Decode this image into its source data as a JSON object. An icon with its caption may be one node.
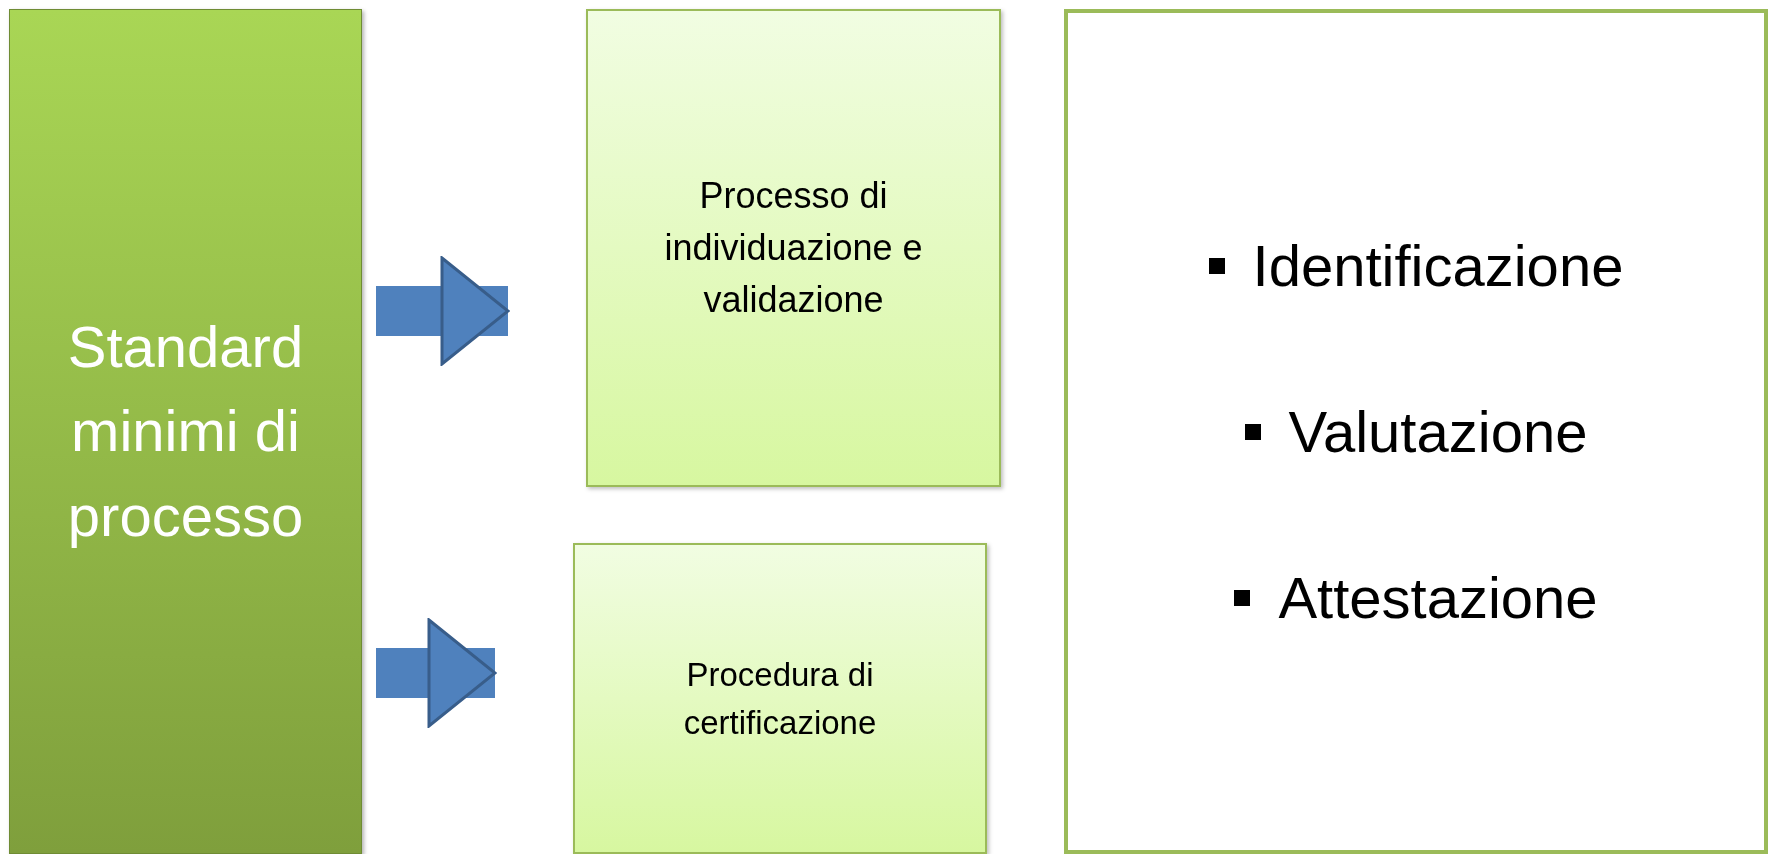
{
  "diagram": {
    "nodes": [
      {
        "text": [
          "Standard minimi di processo"
        ]
      },
      {
        "text": [
          "Processo di individuazione e validazione"
        ]
      },
      {
        "text": [
          "Procedura di certificazione"
        ]
      },
      {
        "text": [
          "Identificazione",
          "Valutazione",
          "Attestazione"
        ]
      }
    ],
    "edges": [
      {
        "from": 0,
        "to": 1,
        "arrow": "to"
      },
      {
        "from": 0,
        "to": 2,
        "arrow": "to"
      }
    ]
  }
}
